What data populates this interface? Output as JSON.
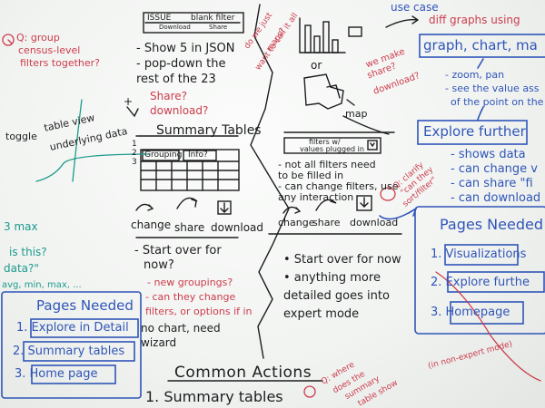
{
  "left_notes": {
    "group_note": [
      "Q: group",
      "census-level",
      "filters together?"
    ],
    "toggle": "toggle",
    "table_view": "table view",
    "underlying_data": "underlying data",
    "max": "3 max",
    "is_this": "is this?",
    "data_q": "data?\"",
    "min_max": "avg, min, max, ..."
  },
  "left_pages": {
    "title": "Pages Needed",
    "items": [
      "1. Explore in Detail",
      "2. Summary tables",
      "3. Home page"
    ]
  },
  "summary_column": {
    "top_box": [
      "ISSUE",
      "blank filter",
      "Download",
      "Share"
    ],
    "bullets": [
      "- Show 5 in JSON",
      "- pop-down the",
      "  rest of the 23"
    ],
    "share_download": [
      "Share?",
      "download?"
    ],
    "plus": "+",
    "tables_title": "Summary Tables",
    "header_labels": [
      "Grouping",
      "Info?"
    ],
    "side_label": [
      "1",
      "2",
      "3"
    ],
    "actions": [
      "change",
      "share",
      "download"
    ],
    "start_over": [
      "- Start over for",
      "now?"
    ],
    "red_notes": [
      "- new groupings?",
      "- can they change",
      "filters, or options if in"
    ],
    "no_chart": [
      "no chart, need",
      "wizard"
    ]
  },
  "middle_column": {
    "side_note": [
      "do we just",
      "want to call it all",
      "maps?"
    ],
    "or": "or",
    "map": "map",
    "we_make": [
      "we make",
      "share?",
      "download?"
    ],
    "filters": [
      "filters w/",
      "values plugged in"
    ],
    "bullets": [
      "- not all filters need",
      "  to be filled in",
      "- can change filters, use",
      "  any interaction"
    ],
    "clarify": [
      "Q: clarify",
      "\"can they",
      "sort/filter\""
    ],
    "actions": [
      "change",
      "share",
      "download"
    ],
    "bottom_bullets": [
      "• Start over for now",
      "• anything more",
      "  detailed goes into",
      "  expert mode"
    ]
  },
  "right_column": {
    "use_case": "use case",
    "diff_graphs": "diff graphs using",
    "graph_box": "graph, chart, ma",
    "graph_notes": [
      "- zoom, pan",
      "- see the value ass",
      "  of the point on the"
    ],
    "explore_box": "Explore further",
    "explore_notes": [
      "- shows data",
      "- can change v",
      "- can share \"fi",
      "- can download"
    ],
    "pages_title": "Pages Needed",
    "pages_items": [
      "1. Visualizations",
      "2. Explore furthe",
      "3. Homepage"
    ],
    "non_expert": "(in non-expert mode)"
  },
  "bottom": {
    "common_actions": "Common Actions",
    "summary_tables": "1. Summary tables",
    "where_note": [
      "Q: where",
      "does the",
      "summary",
      "table show"
    ]
  },
  "colors": {
    "black": "#1d1d1f",
    "blue": "#2f55b8",
    "red": "#cc3c4c",
    "green": "#1c9a8c"
  }
}
